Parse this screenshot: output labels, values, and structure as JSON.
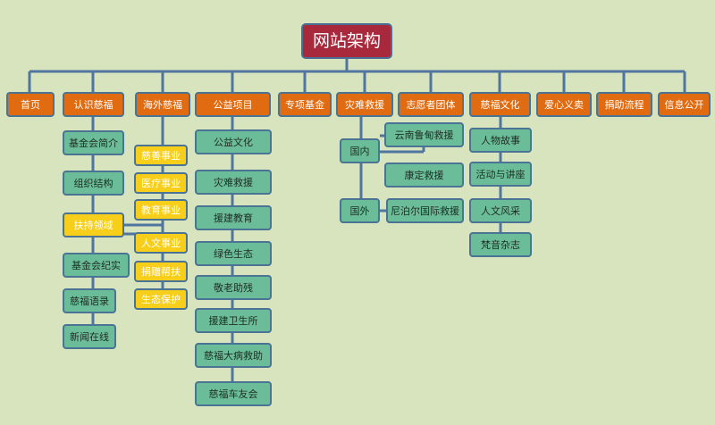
{
  "title": "网站架构",
  "top_nav": [
    "首页",
    "认识慈福",
    "海外慈福",
    "公益项目",
    "专项基金",
    "灾难救援",
    "志愿者团体",
    "慈福文化",
    "爱心义卖",
    "捐助流程",
    "信息公开"
  ],
  "renshi": [
    "基金会简介",
    "组织结构",
    "扶持领域",
    "基金会纪实",
    "慈福语录",
    "新闻在线"
  ],
  "fuchi": [
    "慈善事业",
    "医疗事业",
    "教育事业",
    "人文事业",
    "捐赠帮扶",
    "生态保护"
  ],
  "gongyi": [
    "公益文化",
    "灾难救援",
    "援建教育",
    "绿色生态",
    "敬老助残",
    "援建卫生所",
    "慈福大病救助",
    "慈福车友会"
  ],
  "zainan": {
    "guonei": "国内",
    "guowai": "国外",
    "items": [
      "云南鲁甸救援",
      "康定救援",
      "尼泊尔国际救援"
    ]
  },
  "wenhua": [
    "人物故事",
    "活动与讲座",
    "人文风采",
    "梵音杂志"
  ]
}
